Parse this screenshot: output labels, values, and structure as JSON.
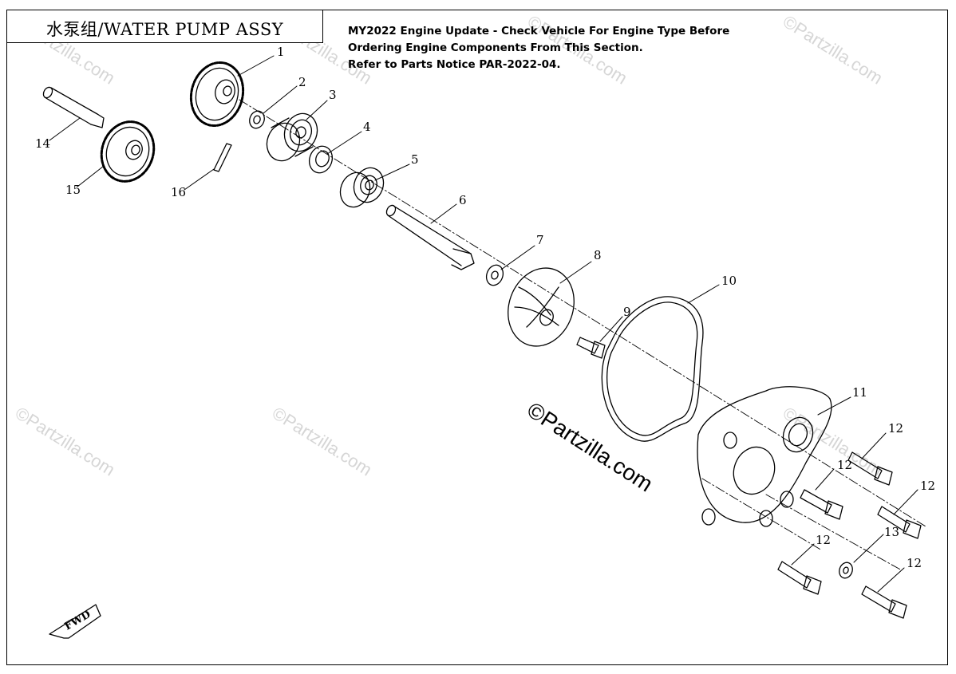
{
  "title": "水泵组/WATER PUMP ASSY",
  "notice": [
    "MY2022 Engine Update - Check Vehicle For Engine Type Before",
    "Ordering Engine Components From This Section.",
    "Refer to Parts Notice PAR-2022-04."
  ],
  "copyright": "©Partzilla.com",
  "watermark": "©Partzilla.com",
  "fwd_label": "FWD",
  "callouts": {
    "c1": "1",
    "c2": "2",
    "c3": "3",
    "c4": "4",
    "c5": "5",
    "c6": "6",
    "c7": "7",
    "c8": "8",
    "c9": "9",
    "c10": "10",
    "c11": "11",
    "c12a": "12",
    "c12b": "12",
    "c12c": "12",
    "c12d": "12",
    "c12e": "12",
    "c13": "13",
    "c14": "14",
    "c15": "15",
    "c16": "16"
  }
}
